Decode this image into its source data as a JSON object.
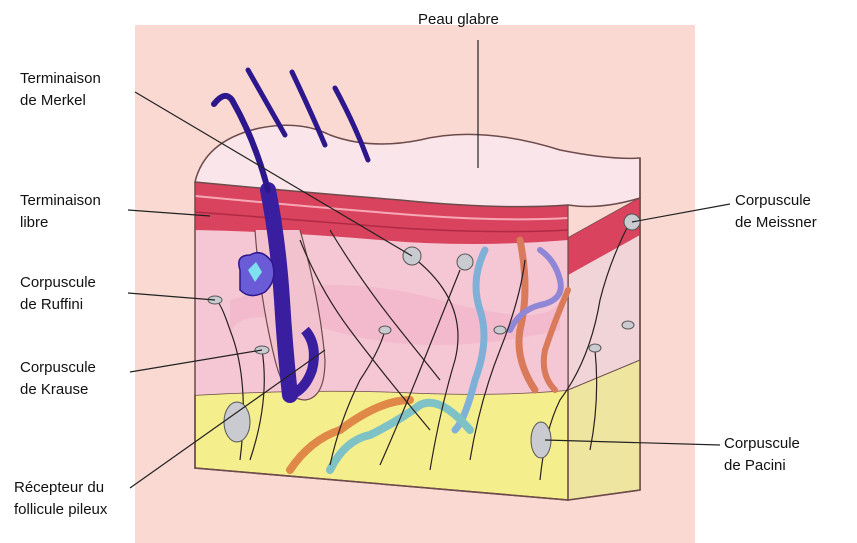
{
  "labels": {
    "peau_glabre": "Peau glabre",
    "merkel": {
      "line1": "Terminaison",
      "line2": "de Merkel"
    },
    "libre": {
      "line1": "Terminaison",
      "line2": "libre"
    },
    "ruffini": {
      "line1": "Corpuscule",
      "line2": "de Ruffini"
    },
    "krause": {
      "line1": "Corpuscule",
      "line2": "de Krause"
    },
    "follicule": {
      "line1": "Récepteur du",
      "line2": "follicule pileux"
    },
    "meissner": {
      "line1": "Corpuscule",
      "line2": "de Meissner"
    },
    "pacini": {
      "line1": "Corpuscule",
      "line2": "de Pacini"
    }
  },
  "colors": {
    "background_panel": "#f9d9d2",
    "epidermis": "#fae6ea",
    "dermis_band": "#d9435e",
    "dermis": "#f5c6d4",
    "hypodermis": "#f4ee8c",
    "hair": "#3a1ea0",
    "artery": "#d97a5a",
    "vein": "#7fb0d8",
    "receptor": "#c9cbd0"
  }
}
